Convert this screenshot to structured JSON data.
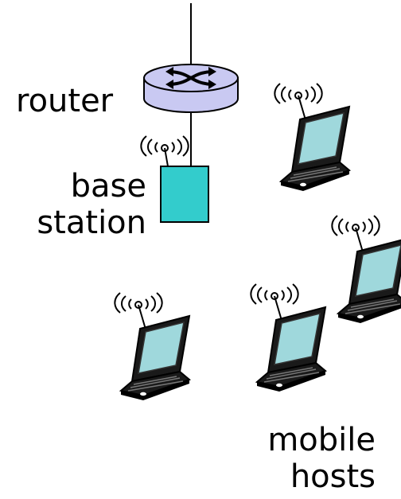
{
  "labels": {
    "router": "router",
    "base_station": [
      "base",
      "station"
    ],
    "mobile_hosts": [
      "mobile",
      "hosts"
    ]
  },
  "colors": {
    "router_fill": "#c9c9f2",
    "base_station_fill": "#33cccc",
    "laptop_screen": "#9fd8dc",
    "laptop_body": "#1a1a1a"
  },
  "icons": {
    "router": "router-icon",
    "base_station": "base-station-icon",
    "laptop": "laptop-icon",
    "wireless": "wireless-signal-icon"
  }
}
